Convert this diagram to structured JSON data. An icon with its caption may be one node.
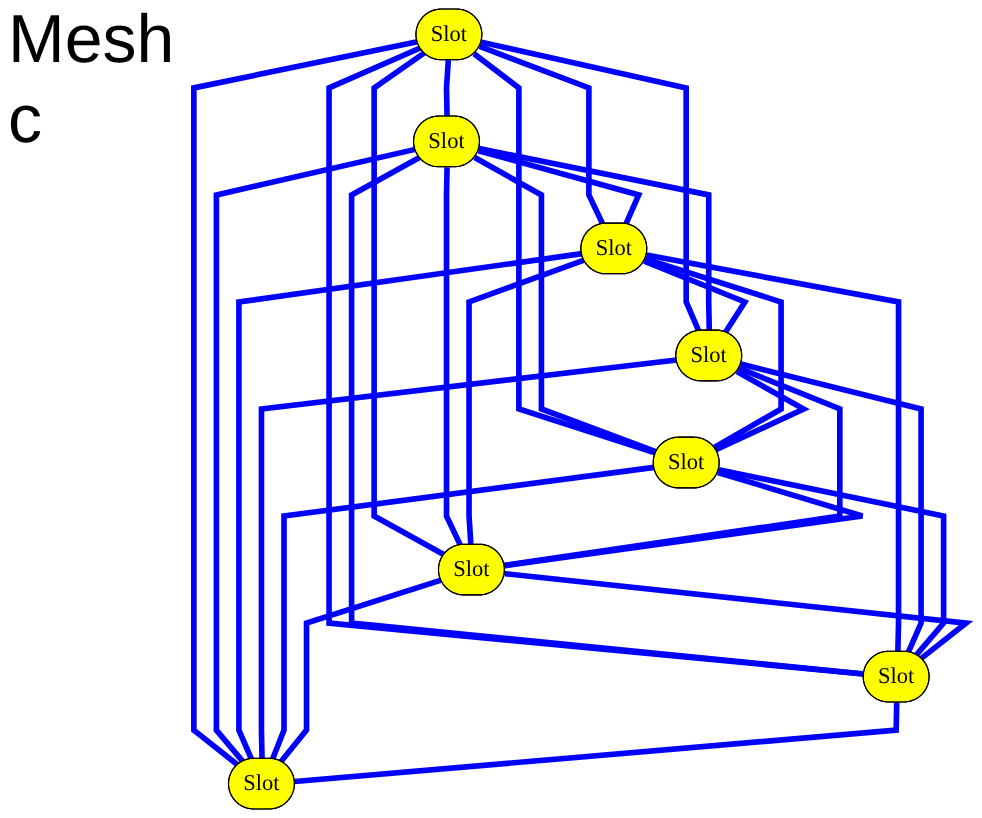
{
  "diagram": {
    "nodes": [
      {
        "text": [
          "Slot"
        ]
      },
      {
        "text": [
          "Slot"
        ]
      },
      {
        "text": [
          "Slot"
        ]
      },
      {
        "text": [
          "Slot"
        ]
      },
      {
        "text": [
          "Slot"
        ]
      },
      {
        "text": [
          "Slot"
        ]
      },
      {
        "text": [
          "Slot"
        ]
      },
      {
        "text": [
          "Slot"
        ]
      }
    ],
    "edges": [
      {
        "from": 0,
        "to": 1,
        "arrow": "none"
      },
      {
        "from": 0,
        "to": 2,
        "arrow": "none"
      },
      {
        "from": 0,
        "to": 3,
        "arrow": "none"
      },
      {
        "from": 0,
        "to": 4,
        "arrow": "none"
      },
      {
        "from": 0,
        "to": 5,
        "arrow": "none"
      },
      {
        "from": 0,
        "to": 6,
        "arrow": "none"
      },
      {
        "from": 0,
        "to": 7,
        "arrow": "none"
      },
      {
        "from": 1,
        "to": 2,
        "arrow": "none"
      },
      {
        "from": 1,
        "to": 3,
        "arrow": "none"
      },
      {
        "from": 1,
        "to": 4,
        "arrow": "none"
      },
      {
        "from": 1,
        "to": 5,
        "arrow": "none"
      },
      {
        "from": 1,
        "to": 6,
        "arrow": "none"
      },
      {
        "from": 1,
        "to": 7,
        "arrow": "none"
      },
      {
        "from": 2,
        "to": 3,
        "arrow": "none"
      },
      {
        "from": 2,
        "to": 4,
        "arrow": "none"
      },
      {
        "from": 2,
        "to": 5,
        "arrow": "none"
      },
      {
        "from": 2,
        "to": 6,
        "arrow": "none"
      },
      {
        "from": 2,
        "to": 7,
        "arrow": "none"
      },
      {
        "from": 3,
        "to": 4,
        "arrow": "none"
      },
      {
        "from": 3,
        "to": 5,
        "arrow": "none"
      },
      {
        "from": 3,
        "to": 6,
        "arrow": "none"
      },
      {
        "from": 3,
        "to": 7,
        "arrow": "none"
      },
      {
        "from": 4,
        "to": 5,
        "arrow": "none"
      },
      {
        "from": 4,
        "to": 6,
        "arrow": "none"
      },
      {
        "from": 4,
        "to": 7,
        "arrow": "none"
      },
      {
        "from": 5,
        "to": 6,
        "arrow": "none"
      },
      {
        "from": 5,
        "to": 7,
        "arrow": "none"
      },
      {
        "from": 6,
        "to": 7,
        "arrow": "none"
      }
    ],
    "labels": [
      "Mesh",
      "c"
    ]
  }
}
